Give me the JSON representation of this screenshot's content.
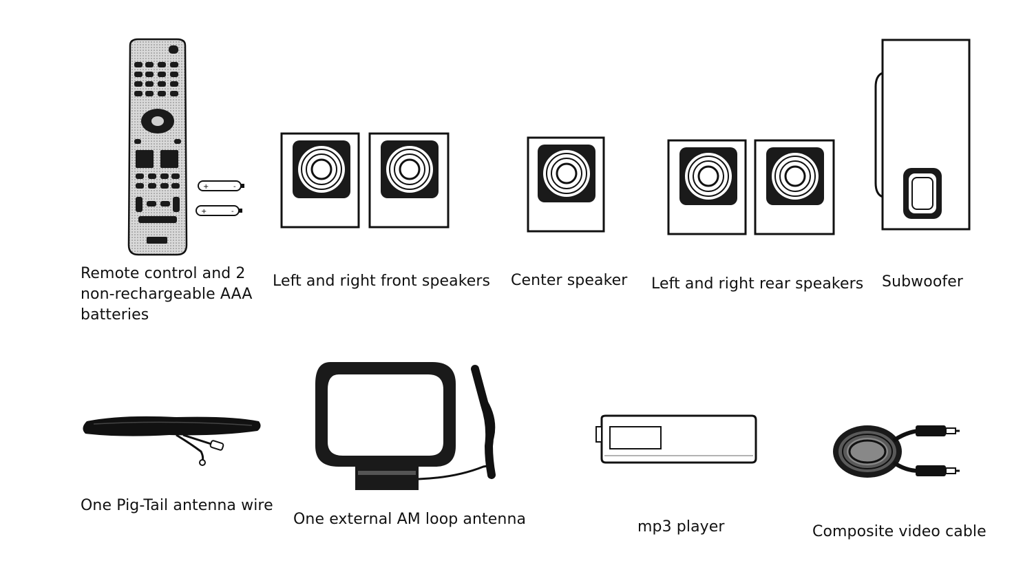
{
  "captions": {
    "remote": [
      "Remote control and 2",
      "non-rechargeable AAA",
      "batteries"
    ],
    "front_speakers": "Left and right front speakers",
    "center_speaker": "Center speaker",
    "rear_speakers": "Left and right rear speakers",
    "subwoofer": "Subwoofer",
    "pigtail": "One Pig-Tail antenna wire",
    "am_loop": "One external AM loop antenna",
    "mp3": "mp3 player",
    "video_cable": "Composite video cable"
  },
  "icons": [
    "remote-control-icon",
    "battery-icon",
    "speaker-icon",
    "subwoofer-icon",
    "antenna-wire-icon",
    "am-loop-antenna-icon",
    "mp3-player-icon",
    "video-cable-icon"
  ]
}
